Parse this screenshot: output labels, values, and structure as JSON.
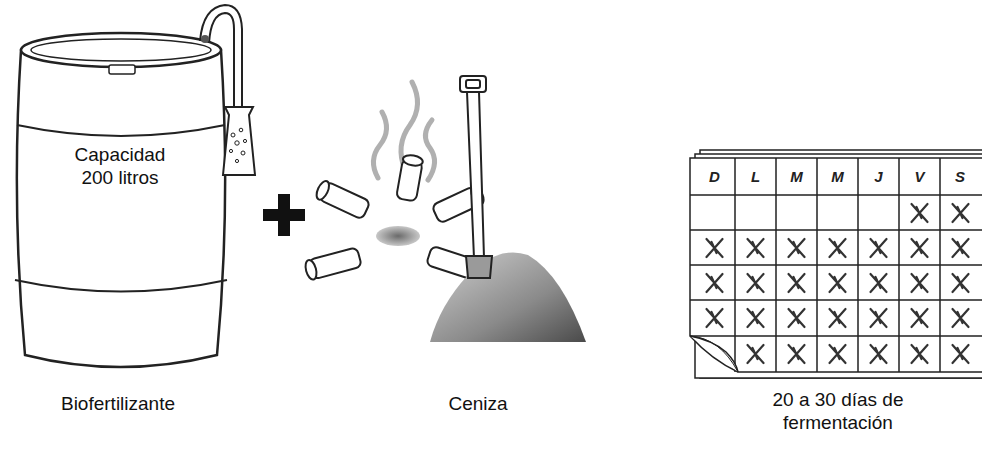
{
  "diagram": {
    "nodes": [
      {
        "text": [
          "Capacidad 200 litros"
        ]
      }
    ],
    "labels": [
      "D",
      "L",
      "M",
      "M",
      "J",
      "V",
      "S",
      "Biofertilizante",
      "Ceniza",
      "20 a 30 días de fermentación"
    ]
  }
}
